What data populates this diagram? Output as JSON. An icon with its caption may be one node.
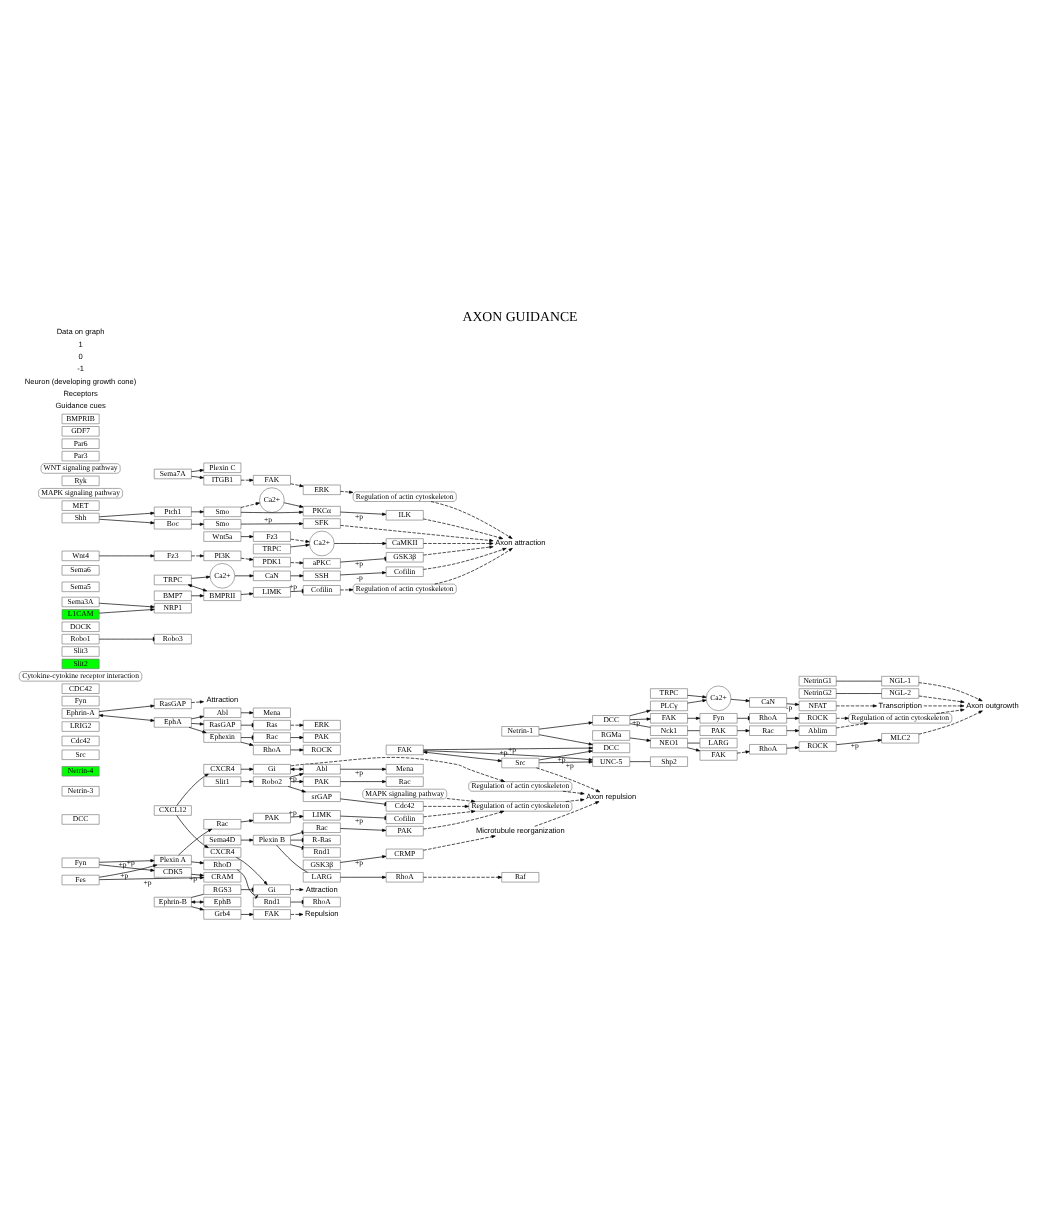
{
  "diagram": {
    "title": "AXON GUIDANCE",
    "nodes": [
      {
        "text": [
          "NetrinG1"
        ]
      },
      {
        "text": [
          "NetrinG2"
        ]
      },
      {
        "text": [
          "NGL-1"
        ]
      },
      {
        "text": [
          "NGL-2"
        ]
      },
      {
        "text": [
          "TRPC"
        ]
      },
      {
        "text": [
          "Ca2+"
        ]
      },
      {
        "text": [
          "PLCγ"
        ]
      },
      {
        "text": [
          "DCC"
        ]
      },
      {
        "text": [
          "DCC"
        ]
      },
      {
        "text": [
          "FAK"
        ]
      },
      {
        "text": [
          "Nck1"
        ]
      },
      {
        "text": [
          "Netrin-1"
        ]
      },
      {
        "text": [
          "Netrin-3"
        ]
      },
      {
        "text": [
          "Netrin-4"
        ]
      },
      {
        "text": [
          "DCC"
        ]
      },
      {
        "text": [
          "UNC-5"
        ]
      },
      {
        "text": [
          "FAK"
        ]
      },
      {
        "text": [
          "Src"
        ]
      },
      {
        "text": [
          "Shp2"
        ]
      },
      {
        "text": [
          "CaN"
        ]
      },
      {
        "text": [
          "NFAT"
        ]
      },
      {
        "text": [
          "Transcription"
        ]
      },
      {
        "text": [
          "Axon outgrowth"
        ]
      },
      {
        "text": [
          "RhoA"
        ]
      },
      {
        "text": [
          "ROCK"
        ]
      },
      {
        "text": [
          "Regulation of actin cytoskeleton"
        ]
      },
      {
        "text": [
          "Fyn"
        ]
      },
      {
        "text": [
          "Src"
        ]
      },
      {
        "text": [
          "Rac"
        ]
      },
      {
        "text": [
          "Cdc42"
        ]
      },
      {
        "text": [
          "PAK"
        ]
      },
      {
        "text": [
          "Ablim"
        ]
      },
      {
        "text": [
          "RGMa"
        ]
      },
      {
        "text": [
          "NEO1"
        ]
      },
      {
        "text": [
          "LRIG2"
        ]
      },
      {
        "text": [
          "FAK"
        ]
      },
      {
        "text": [
          "LARG"
        ]
      },
      {
        "text": [
          "RhoA"
        ]
      },
      {
        "text": [
          "ROCK"
        ]
      },
      {
        "text": [
          "MLC2"
        ]
      },
      {
        "text": [
          "RasGAP"
        ]
      },
      {
        "text": [
          "Fyn"
        ]
      },
      {
        "text": [
          "Ephrin-A"
        ]
      },
      {
        "text": [
          "Ephrin-B"
        ]
      },
      {
        "text": [
          "Grb4"
        ]
      },
      {
        "text": [
          "FAK"
        ]
      },
      {
        "text": [
          "RGS3"
        ]
      },
      {
        "text": [
          "Gi"
        ]
      },
      {
        "text": [
          "CXCR4"
        ]
      },
      {
        "text": [
          "Attraction"
        ]
      },
      {
        "text": [
          "Repulsion"
        ]
      },
      {
        "text": [
          "Attraction"
        ]
      },
      {
        "text": [
          "EphA"
        ]
      },
      {
        "text": [
          "EphB"
        ]
      },
      {
        "text": [
          "Abl"
        ]
      },
      {
        "text": [
          "Mena"
        ]
      },
      {
        "text": [
          "RasGAP"
        ]
      },
      {
        "text": [
          "Ras"
        ]
      },
      {
        "text": [
          "ERK"
        ]
      },
      {
        "text": [
          "MAPK signaling pathway"
        ]
      },
      {
        "text": [
          "Ephexin"
        ]
      },
      {
        "text": [
          "Rac"
        ]
      },
      {
        "text": [
          "CDC42"
        ]
      },
      {
        "text": [
          "PAK"
        ]
      },
      {
        "text": [
          "RhoA"
        ]
      },
      {
        "text": [
          "ROCK"
        ]
      },
      {
        "text": [
          "Cytokine-cytokine receptor interaction"
        ]
      },
      {
        "text": [
          "CXCL12"
        ]
      },
      {
        "text": [
          "CXCR4"
        ]
      },
      {
        "text": [
          "Gi"
        ]
      },
      {
        "text": [
          "Regulation of actin cytoskeleton"
        ]
      },
      {
        "text": [
          "Slit1"
        ]
      },
      {
        "text": [
          "Slit2"
        ]
      },
      {
        "text": [
          "Slit3"
        ]
      },
      {
        "text": [
          "Robo2"
        ]
      },
      {
        "text": [
          "Robo1"
        ]
      },
      {
        "text": [
          "Robo3"
        ]
      },
      {
        "text": [
          "Abl"
        ]
      },
      {
        "text": [
          "srGAP"
        ]
      },
      {
        "text": [
          "PAK"
        ]
      },
      {
        "text": [
          "DOCK"
        ]
      },
      {
        "text": [
          "Mena"
        ]
      },
      {
        "text": [
          "Cdc42"
        ]
      },
      {
        "text": [
          "Rac"
        ]
      },
      {
        "text": [
          "Regulation of actin cytoskeleton"
        ]
      },
      {
        "text": [
          "Sema3A"
        ]
      },
      {
        "text": [
          "Plexin A"
        ]
      },
      {
        "text": [
          "NRP1"
        ]
      },
      {
        "text": [
          "L1CAM"
        ]
      },
      {
        "text": [
          "Rac"
        ]
      },
      {
        "text": [
          "RhoD"
        ]
      },
      {
        "text": [
          "Fes"
        ]
      },
      {
        "text": [
          "Fyn"
        ]
      },
      {
        "text": [
          "PAK"
        ]
      },
      {
        "text": [
          "Rnd1"
        ]
      },
      {
        "text": [
          "LIMK"
        ]
      },
      {
        "text": [
          "Cofilin"
        ]
      },
      {
        "text": [
          "RhoA"
        ]
      },
      {
        "text": [
          "CDK5"
        ]
      },
      {
        "text": [
          "CRAM"
        ]
      },
      {
        "text": [
          "CRMP"
        ]
      },
      {
        "text": [
          "GSK3β"
        ]
      },
      {
        "text": [
          "Microtubule reorganization"
        ]
      },
      {
        "text": [
          "Axon repulsion"
        ]
      },
      {
        "text": [
          "Sema4D"
        ]
      },
      {
        "text": [
          "Sema5"
        ]
      },
      {
        "text": [
          "Sema6"
        ]
      },
      {
        "text": [
          "Sema7A"
        ]
      },
      {
        "text": [
          "Plexin B"
        ]
      },
      {
        "text": [
          "MET"
        ]
      },
      {
        "text": [
          "Rac"
        ]
      },
      {
        "text": [
          "R-Ras"
        ]
      },
      {
        "text": [
          "Rnd1"
        ]
      },
      {
        "text": [
          "LARG"
        ]
      },
      {
        "text": [
          "PAK"
        ]
      },
      {
        "text": [
          "RhoA"
        ]
      },
      {
        "text": [
          "Raf"
        ]
      },
      {
        "text": [
          "MAPK signaling pathway"
        ]
      },
      {
        "text": [
          "Plexin C"
        ]
      },
      {
        "text": [
          "ITGB1"
        ]
      },
      {
        "text": [
          "FAK"
        ]
      },
      {
        "text": [
          "ERK"
        ]
      },
      {
        "text": [
          "Regulation of actin cytoskeleton"
        ]
      },
      {
        "text": [
          "Shh"
        ]
      },
      {
        "text": [
          "Ptch1"
        ]
      },
      {
        "text": [
          "Smo"
        ]
      },
      {
        "text": [
          "Boc"
        ]
      },
      {
        "text": [
          "Smo"
        ]
      },
      {
        "text": [
          "Ca2+"
        ]
      },
      {
        "text": [
          "PKCα"
        ]
      },
      {
        "text": [
          "ILK"
        ]
      },
      {
        "text": [
          "SFK"
        ]
      },
      {
        "text": [
          "Axon attraction"
        ]
      },
      {
        "text": [
          "Wnt5a"
        ]
      },
      {
        "text": [
          "Fz3"
        ]
      },
      {
        "text": [
          "Ryk"
        ]
      },
      {
        "text": [
          "TRPC"
        ]
      },
      {
        "text": [
          "WNT signaling pathway"
        ]
      },
      {
        "text": [
          "Ca2+"
        ]
      },
      {
        "text": [
          "CaMKII"
        ]
      },
      {
        "text": [
          "Wnt4"
        ]
      },
      {
        "text": [
          "Fz3"
        ]
      },
      {
        "text": [
          "PI3K"
        ]
      },
      {
        "text": [
          "PDK1"
        ]
      },
      {
        "text": [
          "Par3"
        ]
      },
      {
        "text": [
          "aPKC"
        ]
      },
      {
        "text": [
          "Par6"
        ]
      },
      {
        "text": [
          "GSK3β"
        ]
      },
      {
        "text": [
          "TRPC"
        ]
      },
      {
        "text": [
          "Ca2+"
        ]
      },
      {
        "text": [
          "CaN"
        ]
      },
      {
        "text": [
          "SSH"
        ]
      },
      {
        "text": [
          "Cofilin"
        ]
      },
      {
        "text": [
          "BMP7"
        ]
      },
      {
        "text": [
          "GDF7"
        ]
      },
      {
        "text": [
          "BMPRII"
        ]
      },
      {
        "text": [
          "BMPRIB"
        ]
      },
      {
        "text": [
          "LIMK"
        ]
      },
      {
        "text": [
          "Cofilin"
        ]
      },
      {
        "text": [
          "Regulation of actin cytoskeleton"
        ]
      }
    ],
    "edges": [
      {
        "from": 0,
        "to": 2,
        "arrow": "none"
      },
      {
        "from": 1,
        "to": 3,
        "arrow": "none"
      },
      {
        "from": 2,
        "to": 22,
        "arrow": "to",
        "style": "dashed"
      },
      {
        "from": 3,
        "to": 22,
        "arrow": "to",
        "style": "dashed"
      },
      {
        "from": 4,
        "to": 5,
        "arrow": "to"
      },
      {
        "from": 6,
        "to": 5,
        "arrow": "to"
      },
      {
        "from": 5,
        "to": 19,
        "arrow": "to"
      },
      {
        "from": 19,
        "to": 20,
        "arrow": "to",
        "label": "-p"
      },
      {
        "from": 20,
        "to": 21,
        "arrow": "to",
        "style": "dashed"
      },
      {
        "from": 21,
        "to": 22,
        "arrow": "to",
        "style": "dashed"
      },
      {
        "from": 11,
        "to": 7,
        "arrow": "to"
      },
      {
        "from": 11,
        "to": 14,
        "arrow": "to"
      },
      {
        "from": 7,
        "to": 6,
        "arrow": "to"
      },
      {
        "from": 7,
        "to": 9,
        "arrow": "to",
        "label": "+p"
      },
      {
        "from": 7,
        "to": 10,
        "arrow": "none"
      },
      {
        "from": 9,
        "to": 26,
        "arrow": "to"
      },
      {
        "from": 26,
        "to": 23,
        "arrow": "other"
      },
      {
        "from": 23,
        "to": 24,
        "arrow": "to"
      },
      {
        "from": 24,
        "to": 25,
        "arrow": "to",
        "style": "dashed"
      },
      {
        "from": 10,
        "to": 30,
        "arrow": "none"
      },
      {
        "from": 30,
        "to": 28,
        "arrow": "to"
      },
      {
        "from": 28,
        "to": 31,
        "arrow": "to"
      },
      {
        "from": 31,
        "to": 25,
        "arrow": "to",
        "style": "dashed"
      },
      {
        "from": 25,
        "to": 22,
        "arrow": "to",
        "style": "dashed"
      },
      {
        "from": 16,
        "to": 14,
        "arrow": "to",
        "label": "+p"
      },
      {
        "from": 17,
        "to": 14,
        "arrow": "to",
        "label": "+p"
      },
      {
        "from": 16,
        "to": 15,
        "arrow": "to",
        "label": "+p"
      },
      {
        "from": 17,
        "to": 15,
        "arrow": "to",
        "label": "+p"
      },
      {
        "from": 16,
        "to": 17,
        "arrow": "both"
      },
      {
        "from": 15,
        "to": 18,
        "arrow": "none"
      },
      {
        "from": 17,
        "to": 103,
        "arrow": "to",
        "style": "dashed"
      },
      {
        "from": 32,
        "to": 33,
        "arrow": "to"
      },
      {
        "from": 33,
        "to": 35,
        "arrow": "to"
      },
      {
        "from": 33,
        "to": 36,
        "arrow": "none"
      },
      {
        "from": 35,
        "to": 37,
        "arrow": "to",
        "style": "dashed"
      },
      {
        "from": 37,
        "to": 38,
        "arrow": "to"
      },
      {
        "from": 38,
        "to": 39,
        "arrow": "to",
        "label": "+p"
      },
      {
        "from": 39,
        "to": 22,
        "arrow": "to",
        "style": "dashed"
      },
      {
        "from": 42,
        "to": 52,
        "arrow": "both"
      },
      {
        "from": 43,
        "to": 53,
        "arrow": "both"
      },
      {
        "from": 42,
        "to": 40,
        "arrow": "to"
      },
      {
        "from": 40,
        "to": 49,
        "arrow": "to",
        "style": "dashed"
      },
      {
        "from": 43,
        "to": 44,
        "arrow": "to"
      },
      {
        "from": 44,
        "to": 45,
        "arrow": "to"
      },
      {
        "from": 45,
        "to": 50,
        "arrow": "to",
        "style": "dashed"
      },
      {
        "from": 43,
        "to": 46,
        "arrow": "none"
      },
      {
        "from": 46,
        "to": 47,
        "arrow": "other"
      },
      {
        "from": 48,
        "to": 47,
        "arrow": "to"
      },
      {
        "from": 47,
        "to": 51,
        "arrow": "to",
        "style": "dashed"
      },
      {
        "from": 67,
        "to": 48,
        "arrow": "to"
      },
      {
        "from": 67,
        "to": 68,
        "arrow": "to"
      },
      {
        "from": 68,
        "to": 69,
        "arrow": "to"
      },
      {
        "from": 52,
        "to": 54,
        "arrow": "to"
      },
      {
        "from": 52,
        "to": 56,
        "arrow": "to"
      },
      {
        "from": 52,
        "to": 60,
        "arrow": "to"
      },
      {
        "from": 54,
        "to": 55,
        "arrow": "to"
      },
      {
        "from": 56,
        "to": 57,
        "arrow": "other"
      },
      {
        "from": 57,
        "to": 58,
        "arrow": "to",
        "style": "dashed"
      },
      {
        "from": 59,
        "to": 84,
        "arrow": "to",
        "style": "dashed"
      },
      {
        "from": 60,
        "to": 61,
        "arrow": "other"
      },
      {
        "from": 60,
        "to": 64,
        "arrow": "to"
      },
      {
        "from": 61,
        "to": 63,
        "arrow": "to"
      },
      {
        "from": 64,
        "to": 65,
        "arrow": "to"
      },
      {
        "from": 69,
        "to": 77,
        "arrow": "both"
      },
      {
        "from": 69,
        "to": 70,
        "arrow": "to",
        "style": "dashed"
      },
      {
        "from": 70,
        "to": 103,
        "arrow": "to",
        "style": "dashed"
      },
      {
        "from": 71,
        "to": 74,
        "arrow": "to"
      },
      {
        "from": 74,
        "to": 77,
        "arrow": "to",
        "label": "+p"
      },
      {
        "from": 74,
        "to": 78,
        "arrow": "to"
      },
      {
        "from": 74,
        "to": 79,
        "arrow": "to"
      },
      {
        "from": 75,
        "to": 76,
        "arrow": "other"
      },
      {
        "from": 77,
        "to": 81,
        "arrow": "to",
        "label": "+p"
      },
      {
        "from": 78,
        "to": 82,
        "arrow": "other"
      },
      {
        "from": 79,
        "to": 83,
        "arrow": "to"
      },
      {
        "from": 82,
        "to": 84,
        "arrow": "to",
        "style": "dashed"
      },
      {
        "from": 84,
        "to": 103,
        "arrow": "to",
        "style": "dashed"
      },
      {
        "from": 85,
        "to": 87,
        "arrow": "to"
      },
      {
        "from": 88,
        "to": 87,
        "arrow": "to"
      },
      {
        "from": 86,
        "to": 89,
        "arrow": "to"
      },
      {
        "from": 86,
        "to": 90,
        "arrow": "to"
      },
      {
        "from": 91,
        "to": 86,
        "arrow": "to",
        "label": "+p"
      },
      {
        "from": 92,
        "to": 86,
        "arrow": "to",
        "label": "+p"
      },
      {
        "from": 89,
        "to": 93,
        "arrow": "to"
      },
      {
        "from": 93,
        "to": 95,
        "arrow": "to",
        "label": "+p"
      },
      {
        "from": 95,
        "to": 96,
        "arrow": "other",
        "label": "+p"
      },
      {
        "from": 96,
        "to": 84,
        "arrow": "to",
        "style": "dashed"
      },
      {
        "from": 90,
        "to": 94,
        "arrow": "other"
      },
      {
        "from": 94,
        "to": 97,
        "arrow": "other"
      },
      {
        "from": 91,
        "to": 99,
        "arrow": "to",
        "label": "+p"
      },
      {
        "from": 92,
        "to": 98,
        "arrow": "to",
        "label": "+p"
      },
      {
        "from": 98,
        "to": 99,
        "arrow": "to",
        "label": "+p"
      },
      {
        "from": 101,
        "to": 100,
        "arrow": "to",
        "label": "+p"
      },
      {
        "from": 100,
        "to": 102,
        "arrow": "to",
        "style": "dashed"
      },
      {
        "from": 102,
        "to": 103,
        "arrow": "to",
        "style": "dashed"
      },
      {
        "from": 104,
        "to": 108,
        "arrow": "to"
      },
      {
        "from": 108,
        "to": 110,
        "arrow": "other"
      },
      {
        "from": 108,
        "to": 111,
        "arrow": "other"
      },
      {
        "from": 108,
        "to": 112,
        "arrow": "other"
      },
      {
        "from": 108,
        "to": 113,
        "arrow": "none"
      },
      {
        "from": 110,
        "to": 114,
        "arrow": "to"
      },
      {
        "from": 114,
        "to": 84,
        "arrow": "to",
        "style": "dashed"
      },
      {
        "from": 113,
        "to": 115,
        "arrow": "to"
      },
      {
        "from": 115,
        "to": 116,
        "arrow": "to",
        "style": "dashed"
      },
      {
        "from": 107,
        "to": 118,
        "arrow": "to"
      },
      {
        "from": 107,
        "to": 119,
        "arrow": "to"
      },
      {
        "from": 119,
        "to": 120,
        "arrow": "to",
        "style": "dashed"
      },
      {
        "from": 120,
        "to": 121,
        "arrow": "to",
        "style": "dashed"
      },
      {
        "from": 121,
        "to": 122,
        "arrow": "to",
        "style": "dashed"
      },
      {
        "from": 122,
        "to": 132,
        "arrow": "to",
        "style": "dashed"
      },
      {
        "from": 123,
        "to": 124,
        "arrow": "to"
      },
      {
        "from": 123,
        "to": 126,
        "arrow": "to"
      },
      {
        "from": 124,
        "to": 125,
        "arrow": "to"
      },
      {
        "from": 126,
        "to": 127,
        "arrow": "to"
      },
      {
        "from": 125,
        "to": 128,
        "arrow": "to",
        "style": "dashed"
      },
      {
        "from": 125,
        "to": 129,
        "arrow": "to"
      },
      {
        "from": 128,
        "to": 129,
        "arrow": "to"
      },
      {
        "from": 129,
        "to": 130,
        "arrow": "to",
        "label": "+p"
      },
      {
        "from": 130,
        "to": 132,
        "arrow": "to",
        "style": "dashed"
      },
      {
        "from": 127,
        "to": 131,
        "arrow": "to",
        "label": "+p"
      },
      {
        "from": 131,
        "to": 132,
        "arrow": "to",
        "style": "dashed"
      },
      {
        "from": 133,
        "to": 134,
        "arrow": "to"
      },
      {
        "from": 134,
        "to": 138,
        "arrow": "to",
        "style": "dashed"
      },
      {
        "from": 136,
        "to": 138,
        "arrow": "to"
      },
      {
        "from": 138,
        "to": 139,
        "arrow": "to"
      },
      {
        "from": 139,
        "to": 132,
        "arrow": "to",
        "style": "dashed"
      },
      {
        "from": 140,
        "to": 141,
        "arrow": "to"
      },
      {
        "from": 141,
        "to": 142,
        "arrow": "to",
        "style": "dashed"
      },
      {
        "from": 142,
        "to": 143,
        "arrow": "to",
        "style": "dashed"
      },
      {
        "from": 143,
        "to": 145,
        "arrow": "to",
        "style": "dashed"
      },
      {
        "from": 145,
        "to": 147,
        "arrow": "other",
        "label": "+p"
      },
      {
        "from": 147,
        "to": 132,
        "arrow": "to",
        "style": "dashed"
      },
      {
        "from": 148,
        "to": 149,
        "arrow": "to"
      },
      {
        "from": 149,
        "to": 150,
        "arrow": "to"
      },
      {
        "from": 150,
        "to": 151,
        "arrow": "to"
      },
      {
        "from": 151,
        "to": 152,
        "arrow": "to",
        "label": "-p"
      },
      {
        "from": 152,
        "to": 132,
        "arrow": "to",
        "style": "dashed"
      },
      {
        "from": 148,
        "to": 155,
        "arrow": "both"
      },
      {
        "from": 153,
        "to": 155,
        "arrow": "to"
      },
      {
        "from": 155,
        "to": 157,
        "arrow": "to"
      },
      {
        "from": 157,
        "to": 158,
        "arrow": "other",
        "label": "+p"
      },
      {
        "from": 158,
        "to": 159,
        "arrow": "to",
        "style": "dashed"
      },
      {
        "from": 159,
        "to": 132,
        "arrow": "to",
        "style": "dashed"
      }
    ],
    "labels": [
      "Guidance cues",
      "Receptors",
      "Neuron (developing growth cone)",
      "-1",
      "0",
      "1",
      "Data on graph"
    ]
  }
}
